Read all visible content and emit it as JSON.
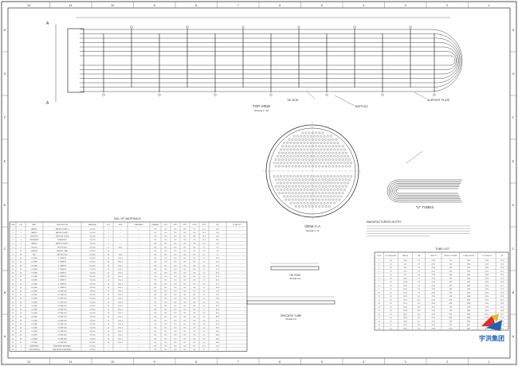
{
  "frame": {
    "columns": [
      "12",
      "11",
      "10",
      "9",
      "8",
      "7",
      "6",
      "5",
      "4",
      "3",
      "2",
      "1"
    ],
    "rows": [
      "H",
      "G",
      "F",
      "E",
      "D",
      "C",
      "B",
      "A"
    ]
  },
  "views": {
    "top_view_title": "TOP VIEW",
    "top_view_scale": "SCALE 1 / 10",
    "section_marker": "A",
    "view_aa_title": "VIEW A-A",
    "view_aa_scale": "SCALE 1 / 8",
    "u_tubes_title": "\"U\" TUBES",
    "tie_rod_title": "TIE ROD",
    "tie_rod_scale": "SCALE 1/4",
    "spacers_title": "SPACERS TUBE",
    "spacers_scale": "SCALE 1/4"
  },
  "callouts": {
    "top": "BAFFLES",
    "side": "TIE-ROD",
    "bottom": "SUPPORT PLATE"
  },
  "notes_title": "MANUFACTURING NOTES",
  "bom": {
    "title": "BILL OF MATERIALS",
    "headers": [
      "ITEM",
      "QTY",
      "PART",
      "DESCRIPTION",
      "MATERIAL",
      "QTY",
      "SIZE",
      "STANDARD",
      "REMARK",
      "OPT1",
      "OPT2",
      "OPT3",
      "OPT4",
      "OPT5",
      "WT",
      "TOTAL WT"
    ],
    "rows": [
      [
        "1",
        "1",
        "BAFFLE",
        "BAFFLE PLATE 1",
        "S.S.316",
        "1",
        "—",
        "—",
        "NO",
        "NO",
        "NO",
        "NO",
        "NO",
        "12.4",
        "12.4"
      ],
      [
        "2",
        "1",
        "BAFFLE",
        "BAFFLE PLATE 2",
        "S.S.316",
        "1",
        "—",
        "—",
        "NO",
        "NO",
        "NO",
        "NO",
        "NO",
        "12.4",
        "12.4"
      ],
      [
        "3",
        "1",
        "SUPPORT",
        "SUPPORT PLATE",
        "S.S.316",
        "1",
        "—",
        "—",
        "NO",
        "NO",
        "NO",
        "NO",
        "NO",
        "18.2",
        "18.2"
      ],
      [
        "4",
        "1",
        "TUBESHEET",
        "TUBESHEET",
        "S.S.316",
        "1",
        "—",
        "—",
        "NO",
        "NO",
        "NO",
        "NO",
        "NO",
        "41.0",
        "41.0"
      ],
      [
        "5",
        "1",
        "BAFFLE",
        "BAFFLE PLATE 3",
        "S.S.316",
        "1",
        "—",
        "—",
        "NO",
        "NO",
        "NO",
        "NO",
        "NO",
        "12.4",
        "12.4"
      ],
      [
        "6",
        "8",
        "TIE-ROD",
        "TIE ROD M12",
        "S.S.316",
        "8",
        "M12",
        "—",
        "NO",
        "NO",
        "NO",
        "NO",
        "NO",
        "1.2",
        "9.6"
      ],
      [
        "7",
        "16",
        "SPACER",
        "SPACER TUBE",
        "S.S.316",
        "16",
        "—",
        "—",
        "NO",
        "NO",
        "NO",
        "NO",
        "NO",
        "0.3",
        "4.8"
      ],
      [
        "8",
        "16",
        "NUT",
        "HEX NUT M12",
        "S.S.316",
        "16",
        "M12",
        "—",
        "NO",
        "NO",
        "NO",
        "NO",
        "NO",
        "0.1",
        "1.6"
      ],
      [
        "9",
        "24",
        "U-TUBE",
        "U TUBE R1",
        "S.S.316",
        "24",
        "19x1.5",
        "—",
        "NO",
        "NO",
        "NO",
        "NO",
        "NO",
        "2.1",
        "50.4"
      ],
      [
        "10",
        "24",
        "U-TUBE",
        "U TUBE R2",
        "S.S.316",
        "24",
        "19x1.5",
        "—",
        "NO",
        "NO",
        "NO",
        "NO",
        "NO",
        "2.2",
        "52.8"
      ],
      [
        "11",
        "24",
        "U-TUBE",
        "U TUBE R3",
        "S.S.316",
        "24",
        "19x1.5",
        "—",
        "NO",
        "NO",
        "NO",
        "NO",
        "NO",
        "2.3",
        "55.2"
      ],
      [
        "12",
        "24",
        "U-TUBE",
        "U TUBE R4",
        "S.S.316",
        "24",
        "19x1.5",
        "—",
        "NO",
        "NO",
        "NO",
        "NO",
        "NO",
        "2.4",
        "57.6"
      ],
      [
        "13",
        "24",
        "U-TUBE",
        "U TUBE R5",
        "S.S.316",
        "24",
        "19x1.5",
        "—",
        "NO",
        "NO",
        "NO",
        "NO",
        "NO",
        "2.5",
        "60.0"
      ],
      [
        "14",
        "24",
        "U-TUBE",
        "U TUBE R6",
        "S.S.316",
        "24",
        "19x1.5",
        "—",
        "NO",
        "NO",
        "NO",
        "NO",
        "NO",
        "2.6",
        "62.4"
      ],
      [
        "15",
        "24",
        "U-TUBE",
        "U TUBE R7",
        "S.S.316",
        "24",
        "19x1.5",
        "—",
        "NO",
        "NO",
        "NO",
        "NO",
        "NO",
        "2.7",
        "64.8"
      ],
      [
        "16",
        "24",
        "U-TUBE",
        "U TUBE R8",
        "S.S.316",
        "24",
        "19x1.5",
        "—",
        "NO",
        "NO",
        "NO",
        "NO",
        "NO",
        "2.8",
        "67.2"
      ],
      [
        "17",
        "24",
        "U-TUBE",
        "U TUBE R9",
        "S.S.316",
        "24",
        "19x1.5",
        "—",
        "NO",
        "NO",
        "NO",
        "NO",
        "NO",
        "2.9",
        "69.6"
      ],
      [
        "18",
        "24",
        "U-TUBE",
        "U TUBE R10",
        "S.S.316",
        "24",
        "19x1.5",
        "—",
        "NO",
        "NO",
        "NO",
        "NO",
        "NO",
        "3.0",
        "72.0"
      ],
      [
        "19",
        "24",
        "U-TUBE",
        "U TUBE R11",
        "S.S.316",
        "24",
        "19x1.5",
        "—",
        "NO",
        "NO",
        "NO",
        "NO",
        "NO",
        "3.1",
        "74.4"
      ],
      [
        "20",
        "24",
        "U-TUBE",
        "U TUBE R12",
        "S.S.316",
        "24",
        "19x1.5",
        "—",
        "NO",
        "NO",
        "NO",
        "NO",
        "NO",
        "3.2",
        "76.8"
      ],
      [
        "21",
        "24",
        "U-TUBE",
        "U TUBE R13",
        "S.S.316",
        "24",
        "19x1.5",
        "—",
        "NO",
        "NO",
        "NO",
        "NO",
        "NO",
        "3.3",
        "79.2"
      ],
      [
        "22",
        "24",
        "U-TUBE",
        "U TUBE R14",
        "S.S.316",
        "24",
        "19x1.5",
        "—",
        "NO",
        "NO",
        "NO",
        "NO",
        "NO",
        "3.4",
        "81.6"
      ],
      [
        "23",
        "24",
        "U-TUBE",
        "U TUBE R15",
        "S.S.316",
        "24",
        "19x1.5",
        "—",
        "NO",
        "NO",
        "NO",
        "NO",
        "NO",
        "3.5",
        "84.0"
      ],
      [
        "24",
        "24",
        "U-TUBE",
        "U TUBE R16",
        "S.S.316",
        "24",
        "19x1.5",
        "—",
        "NO",
        "NO",
        "NO",
        "NO",
        "NO",
        "3.6",
        "86.4"
      ],
      [
        "25",
        "24",
        "U-TUBE",
        "U TUBE R17",
        "S.S.316",
        "24",
        "19x1.5",
        "—",
        "NO",
        "NO",
        "NO",
        "NO",
        "NO",
        "3.7",
        "88.8"
      ],
      [
        "26",
        "24",
        "U-TUBE",
        "U TUBE R18",
        "S.S.316",
        "24",
        "19x1.5",
        "—",
        "NO",
        "NO",
        "NO",
        "NO",
        "NO",
        "3.8",
        "91.2"
      ],
      [
        "27",
        "24",
        "U-TUBE",
        "U TUBE R19",
        "S.S.316",
        "24",
        "19x1.5",
        "—",
        "NO",
        "NO",
        "NO",
        "NO",
        "NO",
        "3.9",
        "93.6"
      ],
      [
        "28",
        "24",
        "U-TUBE",
        "U TUBE R20",
        "S.S.316",
        "24",
        "19x1.5",
        "—",
        "NO",
        "NO",
        "NO",
        "NO",
        "NO",
        "4.0",
        "96.0"
      ],
      [
        "29",
        "24",
        "U-TUBE",
        "U TUBE R21",
        "S.S.316",
        "24",
        "19x1.5",
        "—",
        "NO",
        "NO",
        "NO",
        "NO",
        "NO",
        "4.1",
        "98.4"
      ],
      [
        "30",
        "24",
        "U-TUBE",
        "U TUBE R22",
        "S.S.316",
        "24",
        "19x1.5",
        "—",
        "NO",
        "NO",
        "NO",
        "NO",
        "NO",
        "4.2",
        "100.8"
      ],
      [
        "31",
        "24",
        "U-TUBE",
        "U TUBE R23",
        "S.S.316",
        "24",
        "19x1.5",
        "—",
        "NO",
        "NO",
        "NO",
        "NO",
        "NO",
        "4.3",
        "103.2"
      ],
      [
        "32",
        "24",
        "U-TUBE",
        "U TUBE R24",
        "S.S.316",
        "24",
        "19x1.5",
        "—",
        "NO",
        "NO",
        "NO",
        "NO",
        "NO",
        "4.4",
        "105.6"
      ],
      [
        "33",
        "1",
        "TUBESHEET",
        "TUBESHEET ASSEMBLY",
        "S.S.316",
        "1",
        "—",
        "—",
        "NO",
        "NO",
        "NO",
        "NO",
        "NO",
        "41.0",
        "41.0"
      ],
      [
        "34",
        "1",
        "TUBE BUNDLE",
        "TUBE BUNDLE ASSEMBLY",
        "S.S.316",
        "1",
        "—",
        "—",
        "NO",
        "NO",
        "NO",
        "NO",
        "NO",
        "2.1",
        "2.1"
      ]
    ]
  },
  "tube_table": {
    "title": "TUBE LIST",
    "headers": [
      "ROW",
      "NO. REQUIRED",
      "RADIUS",
      "R/A",
      "LENGTH",
      "LENGTH OF BEND",
      "TOTAL LENGTH",
      "CUT LENGTH",
      "WT"
    ],
    "rows": [
      [
        "1",
        "16",
        "28.6",
        "1.5",
        "2510",
        "90",
        "5110",
        "5120",
        "25.3"
      ],
      [
        "2",
        "16",
        "44.5",
        "2.3",
        "2510",
        "140",
        "5160",
        "5170",
        "25.6"
      ],
      [
        "3",
        "18",
        "60.3",
        "3.2",
        "2510",
        "189",
        "5209",
        "5220",
        "25.8"
      ],
      [
        "4",
        "18",
        "76.2",
        "4.0",
        "2510",
        "239",
        "5259",
        "5270",
        "26.1"
      ],
      [
        "5",
        "20",
        "92.1",
        "4.8",
        "2510",
        "289",
        "5309",
        "5320",
        "26.3"
      ],
      [
        "6",
        "20",
        "108.0",
        "5.7",
        "2510",
        "339",
        "5359",
        "5370",
        "26.6"
      ],
      [
        "7",
        "20",
        "123.8",
        "6.5",
        "2510",
        "389",
        "5409",
        "5420",
        "26.8"
      ],
      [
        "8",
        "22",
        "139.7",
        "7.4",
        "2510",
        "439",
        "5459",
        "5470",
        "27.1"
      ],
      [
        "9",
        "22",
        "155.6",
        "8.2",
        "2510",
        "489",
        "5509",
        "5520",
        "27.3"
      ],
      [
        "10",
        "22",
        "171.5",
        "9.0",
        "2510",
        "539",
        "5559",
        "5570",
        "27.6"
      ],
      [
        "11",
        "22",
        "187.3",
        "9.9",
        "2510",
        "588",
        "5608",
        "5620",
        "27.8"
      ],
      [
        "12",
        "22",
        "203.2",
        "10.7",
        "2510",
        "638",
        "5658",
        "5670",
        "28.1"
      ],
      [
        "13",
        "22",
        "219.1",
        "11.5",
        "2510",
        "688",
        "5708",
        "5720",
        "28.3"
      ],
      [
        "14",
        "20",
        "235.0",
        "12.4",
        "2510",
        "738",
        "5758",
        "5770",
        "28.6"
      ],
      [
        "15",
        "20",
        "250.8",
        "13.2",
        "2510",
        "788",
        "5808",
        "5820",
        "28.8"
      ],
      [
        "16",
        "20",
        "266.7",
        "14.0",
        "2510",
        "838",
        "5858",
        "5870",
        "29.1"
      ],
      [
        "17",
        "18",
        "282.6",
        "14.9",
        "2510",
        "888",
        "5908",
        "5920",
        "29.3"
      ],
      [
        "18",
        "18",
        "298.5",
        "15.7",
        "2510",
        "938",
        "5958",
        "5970",
        "29.6"
      ],
      [
        "19",
        "16",
        "314.3",
        "16.5",
        "2510",
        "987",
        "6007",
        "6020",
        "29.8"
      ],
      [
        "20",
        "16",
        "330.2",
        "17.4",
        "2510",
        "1037",
        "6057",
        "6070",
        "30.1"
      ]
    ]
  },
  "logo": {
    "text": "宇洪集团"
  },
  "colors": {
    "line": "#333333",
    "grid": "#888888",
    "logo_red": "#d8322c",
    "logo_blue": "#1e64b4",
    "logo_yellow": "#f2b320"
  }
}
